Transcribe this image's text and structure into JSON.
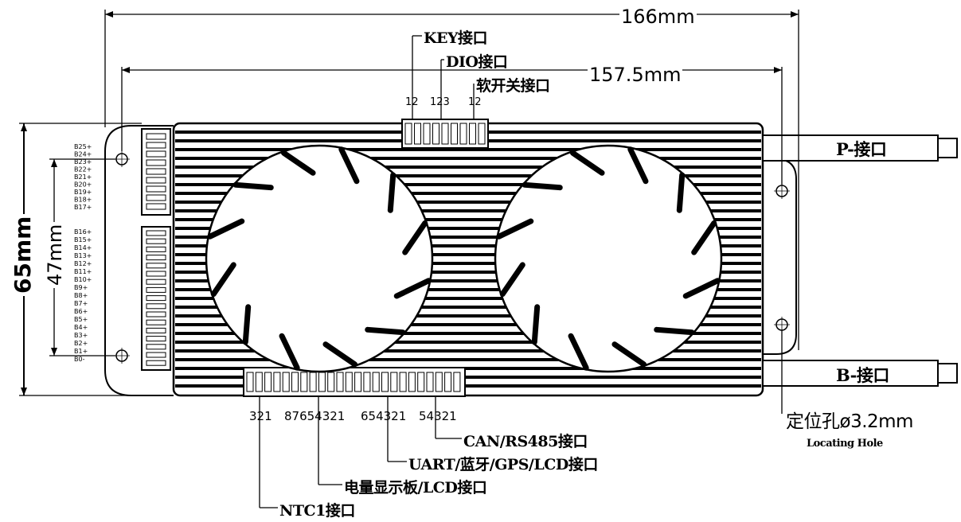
{
  "dimensions": {
    "overall_width": "166mm",
    "hole_spacing": "157.5mm",
    "overall_height": "65mm",
    "connector_span": "47mm"
  },
  "top_connectors": {
    "key": {
      "label": "KEY接口",
      "pins": "12"
    },
    "dio": {
      "label": "DIO接口",
      "pins": "123"
    },
    "soft_switch": {
      "label": "软开关接口",
      "pins": "12"
    }
  },
  "bottom_connectors": {
    "ntc1": {
      "label": "NTC1接口",
      "pins": "321"
    },
    "display": {
      "label": "电量显示板/LCD接口",
      "pins": "87654321"
    },
    "uart": {
      "label": "UART/蓝牙/GPS/LCD接口",
      "pins": "654321"
    },
    "can": {
      "label": "CAN/RS485接口",
      "pins": "54321"
    }
  },
  "power_ports": {
    "p_port": "P-接口",
    "b_port": "B-接口"
  },
  "locating_hole": {
    "label_cn": "定位孔ø3.2mm",
    "label_en": "Locating Hole"
  },
  "balance_leads": {
    "upper": [
      "B25+",
      "B24+",
      "B23+",
      "B22+",
      "B21+",
      "B20+",
      "B19+",
      "B18+",
      "B17+"
    ],
    "lower": [
      "B16+",
      "B15+",
      "B14+",
      "B13+",
      "B12+",
      "B11+",
      "B10+",
      "B9+",
      "B8+",
      "B7+",
      "B6+",
      "B5+",
      "B4+",
      "B3+",
      "B2+",
      "B1+",
      "B0-"
    ]
  },
  "colors": {
    "ink": "#000000",
    "paper": "#ffffff"
  }
}
